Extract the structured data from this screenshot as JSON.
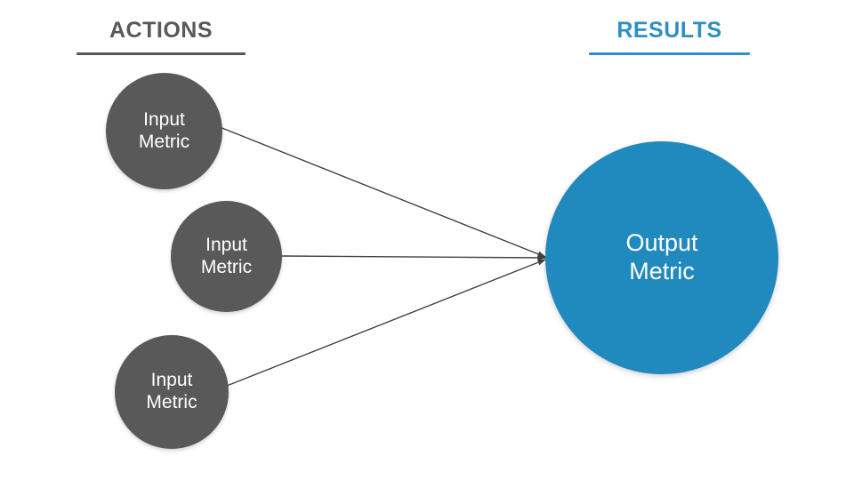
{
  "diagram": {
    "title_left": "ACTIONS",
    "title_right": "RESULTS",
    "colors": {
      "background": "#ffffff",
      "input_node": "#595959",
      "output_node": "#2089be",
      "actions_heading": "#595959",
      "results_heading": "#2e8fc4",
      "connector": "#404040"
    },
    "nodes": {
      "inputs": [
        {
          "line1": "Input",
          "line2": "Metric"
        },
        {
          "line1": "Input",
          "line2": "Metric"
        },
        {
          "line1": "Input",
          "line2": "Metric"
        }
      ],
      "output": {
        "line1": "Output",
        "line2": "Metric"
      }
    },
    "connectors": [
      {
        "from": "input-1",
        "to": "output-1",
        "arrow": "arrowhead"
      },
      {
        "from": "input-2",
        "to": "output-1",
        "arrow": "arrowhead"
      },
      {
        "from": "input-3",
        "to": "output-1",
        "arrow": "arrowhead"
      }
    ]
  }
}
